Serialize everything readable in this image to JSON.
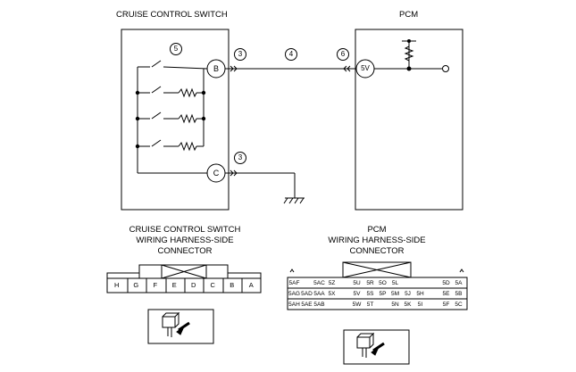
{
  "labels": {
    "switch_title": "CRUISE CONTROL SWITCH",
    "pcm_title": "PCM",
    "terminal_b": "B",
    "terminal_c": "C",
    "voltage": "5V",
    "marker_3a": "3",
    "marker_3b": "3",
    "marker_4": "4",
    "marker_5": "5",
    "marker_6": "6"
  },
  "switch_connector": {
    "title_lines": [
      "CRUISE CONTROL SWITCH",
      "WIRING HARNESS-SIDE",
      "CONNECTOR"
    ],
    "pins": [
      "H",
      "G",
      "F",
      "E",
      "D",
      "C",
      "B",
      "A"
    ]
  },
  "pcm_connector": {
    "title_lines": [
      "PCM",
      "WIRING HARNESS-SIDE",
      "CONNECTOR"
    ],
    "row1": [
      "5AF",
      "5AC",
      "5Z",
      "5U",
      "5R",
      "5O",
      "5L",
      "5D",
      "5A"
    ],
    "row2": [
      "5AG",
      "5AD",
      "5AA",
      "5X",
      "5V",
      "5S",
      "5P",
      "5M",
      "5J",
      "5H",
      "5E",
      "5B"
    ],
    "row3": [
      "5AH",
      "5AE",
      "5AB",
      "5W",
      "5T",
      "5N",
      "5K",
      "5I",
      "5F",
      "5C"
    ]
  }
}
